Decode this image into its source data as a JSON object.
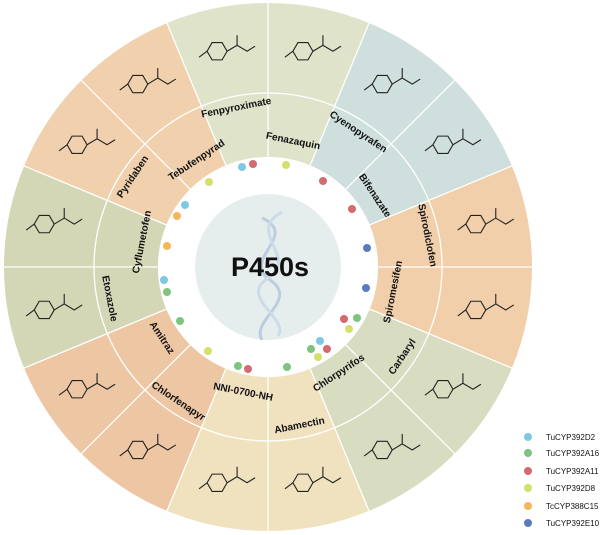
{
  "center": {
    "title": "P450s"
  },
  "compounds": [
    {
      "name": "Fenazaquin",
      "color": "#dfe3c9"
    },
    {
      "name": "Cyenopyrafen",
      "color": "#cfdfdd"
    },
    {
      "name": "Bifenazate",
      "color": "#cfdfdd"
    },
    {
      "name": "Spirodiclofen",
      "color": "#f1cfaa"
    },
    {
      "name": "Spiromesifen",
      "color": "#f1cfaa"
    },
    {
      "name": "Carbaryl",
      "color": "#d8dcc0"
    },
    {
      "name": "Chlorpyrifos",
      "color": "#d8dcc0"
    },
    {
      "name": "Abamectin",
      "color": "#f0e2bf"
    },
    {
      "name": "NNI-0700-NH",
      "color": "#f0e2bf"
    },
    {
      "name": "Chlorfenapyr",
      "color": "#edc6a4"
    },
    {
      "name": "Amitraz",
      "color": "#edc6a4"
    },
    {
      "name": "Etoxazole",
      "color": "#d4d7b6"
    },
    {
      "name": "Cyflumetofen",
      "color": "#d4d7b6"
    },
    {
      "name": "Pyridaben",
      "color": "#f1d0ad"
    },
    {
      "name": "Tebufenpyrad",
      "color": "#f1d0ad"
    },
    {
      "name": "Fenpyroximate",
      "color": "#dfe3c9"
    }
  ],
  "legend": [
    {
      "label": "TuCYP392D2",
      "color": "#7ec8e3"
    },
    {
      "label": "TuCYP392A16",
      "color": "#7dc47f"
    },
    {
      "label": "TuCYP392A11",
      "color": "#d36b70"
    },
    {
      "label": "TuCYP392D8",
      "color": "#d4e06a"
    },
    {
      "label": "TcCYP388C15",
      "color": "#f5b65a"
    },
    {
      "label": "TuCYP392E10",
      "color": "#5b7bbf"
    }
  ]
}
